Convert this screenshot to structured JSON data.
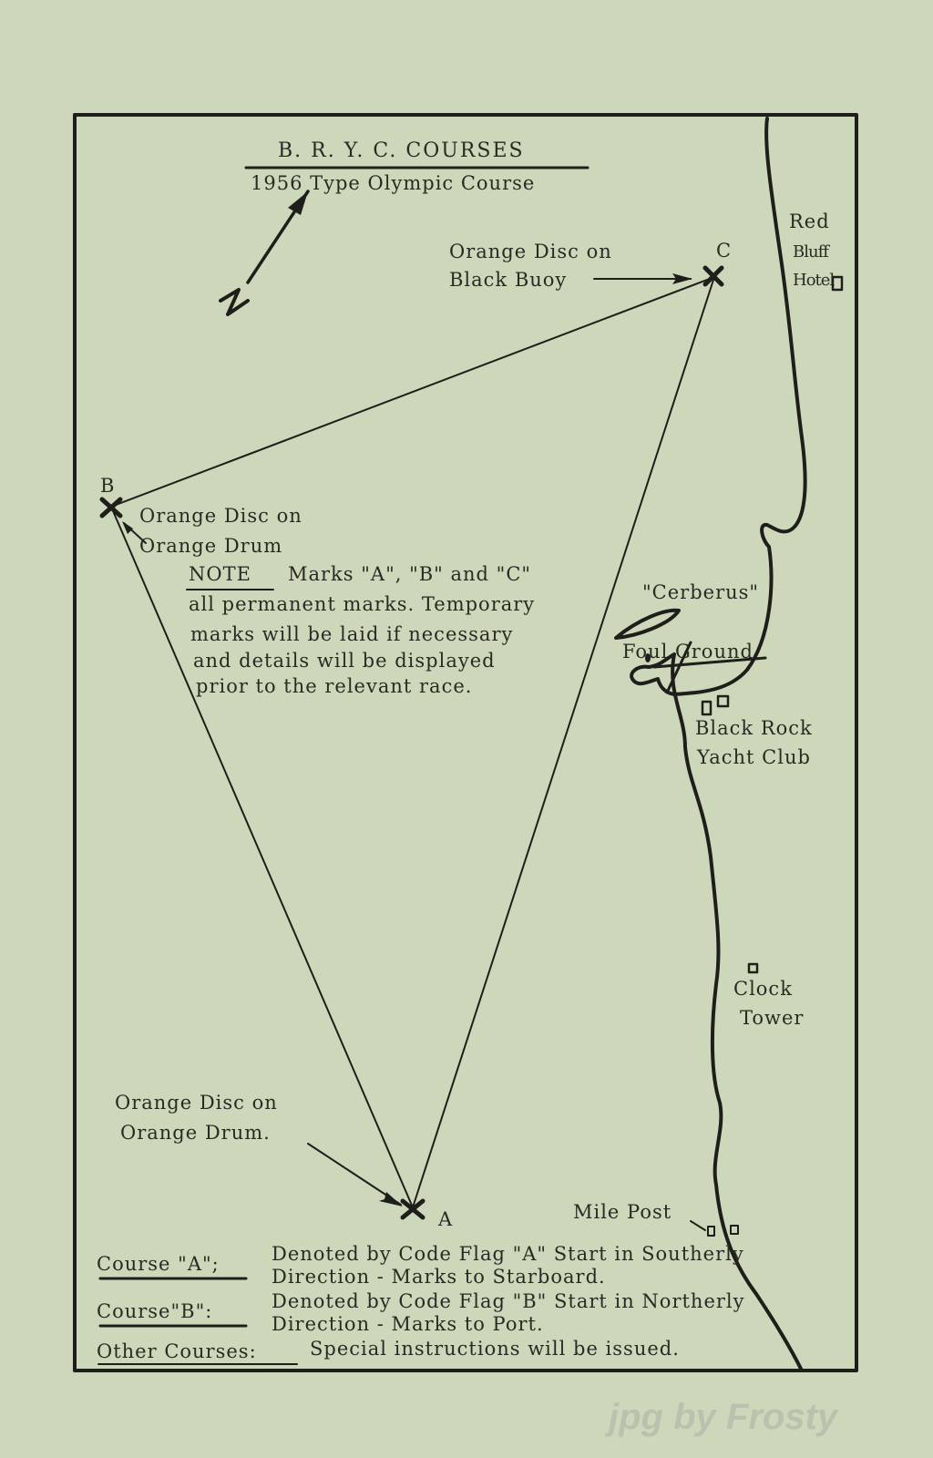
{
  "title": "B. R. Y. C. COURSES",
  "subtitle": "1956 Type Olympic Course",
  "north_label": "N",
  "marks": {
    "c": {
      "letter": "C",
      "desc_1": "Orange Disc on",
      "desc_2": "Black Buoy"
    },
    "b": {
      "letter": "B",
      "desc_1": "Orange Disc on",
      "desc_2": "Orange Drum"
    },
    "a": {
      "letter": "A",
      "desc_1": "Orange Disc on",
      "desc_2": "Orange Drum."
    }
  },
  "note": {
    "heading": "NOTE",
    "lines": [
      "Marks \"A\", \"B\" and \"C\"",
      "all permanent marks. Temporary",
      "marks will be laid  if necessary",
      "and details will be displayed",
      "prior to the relevant race."
    ]
  },
  "landmarks": {
    "hotel": [
      "Red",
      "Bluff",
      "Hotel"
    ],
    "cerberus": "\"Cerberus\"",
    "foul_ground": "Foul Ground",
    "yacht_club": [
      "Black Rock",
      "Yacht Club"
    ],
    "clock_tower": [
      "Clock",
      "Tower"
    ],
    "mile_post": "Mile Post"
  },
  "legend": {
    "course_a": {
      "label": "Course \"A\";",
      "line1": "Denoted by Code Flag \"A\" Start in Southerly",
      "line2": "Direction - Marks to Starboard."
    },
    "course_b": {
      "label": "Course\"B\":",
      "line1": "Denoted by Code Flag \"B\" Start in Northerly",
      "line2": "Direction - Marks to Port."
    },
    "other": {
      "label": "Other Courses:",
      "text": "Special instructions will be issued."
    }
  },
  "watermark": "jpg by Frosty"
}
